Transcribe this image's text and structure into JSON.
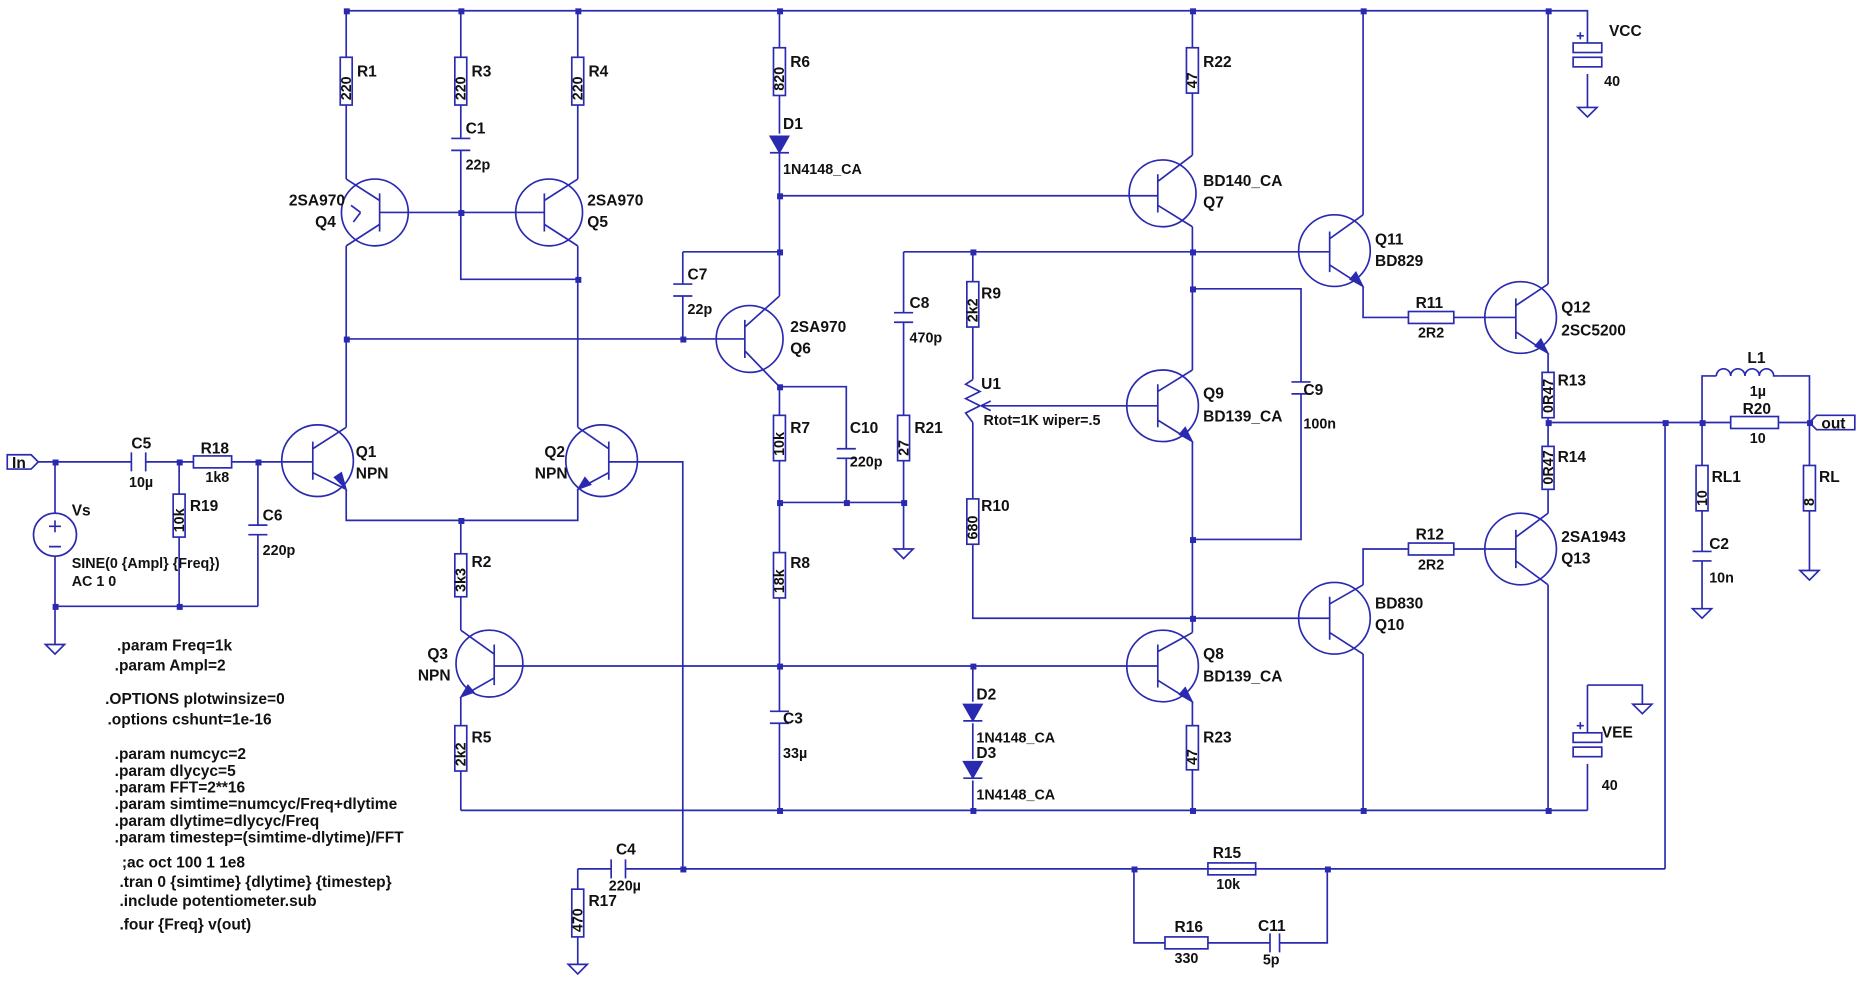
{
  "ports": {
    "in": "In",
    "out": "out"
  },
  "supplies": [
    {
      "ref": "VCC",
      "value": "40"
    },
    {
      "ref": "VEE",
      "value": "40"
    }
  ],
  "source": {
    "ref": "Vs",
    "spec1": "SINE(0 {Ampl} {Freq})",
    "spec2": "AC 1 0"
  },
  "resistors": [
    {
      "ref": "R1",
      "value": "220"
    },
    {
      "ref": "R2",
      "value": "3k3"
    },
    {
      "ref": "R3",
      "value": "220"
    },
    {
      "ref": "R4",
      "value": "220"
    },
    {
      "ref": "R5",
      "value": "2k2"
    },
    {
      "ref": "R6",
      "value": "820"
    },
    {
      "ref": "R7",
      "value": "10k"
    },
    {
      "ref": "R8",
      "value": "18k"
    },
    {
      "ref": "R9",
      "value": "2k2"
    },
    {
      "ref": "R10",
      "value": "680"
    },
    {
      "ref": "R11",
      "value": "2R2"
    },
    {
      "ref": "R12",
      "value": "2R2"
    },
    {
      "ref": "R13",
      "value": "0R47"
    },
    {
      "ref": "R14",
      "value": "0R47"
    },
    {
      "ref": "R15",
      "value": "10k"
    },
    {
      "ref": "R16",
      "value": "330"
    },
    {
      "ref": "R17",
      "value": "470"
    },
    {
      "ref": "R18",
      "value": "1k8"
    },
    {
      "ref": "R19",
      "value": "10k"
    },
    {
      "ref": "R20",
      "value": "10"
    },
    {
      "ref": "R21",
      "value": "27"
    },
    {
      "ref": "R22",
      "value": "47"
    },
    {
      "ref": "R23",
      "value": "47"
    },
    {
      "ref": "RL1",
      "value": "10"
    },
    {
      "ref": "RL",
      "value": "8"
    }
  ],
  "capacitors": [
    {
      "ref": "C1",
      "value": "22p"
    },
    {
      "ref": "C2",
      "value": "10n"
    },
    {
      "ref": "C3",
      "value": "33µ"
    },
    {
      "ref": "C4",
      "value": "220µ"
    },
    {
      "ref": "C5",
      "value": "10µ"
    },
    {
      "ref": "C6",
      "value": "220p"
    },
    {
      "ref": "C7",
      "value": "22p"
    },
    {
      "ref": "C8",
      "value": "470p"
    },
    {
      "ref": "C9",
      "value": "100n"
    },
    {
      "ref": "C10",
      "value": "220p"
    },
    {
      "ref": "C11",
      "value": "5p"
    }
  ],
  "inductor": {
    "ref": "L1",
    "value": "1µ"
  },
  "potentiometer": {
    "ref": "U1",
    "value": "Rtot=1K wiper=.5"
  },
  "diodes": [
    {
      "ref": "D1",
      "value": "1N4148_CA"
    },
    {
      "ref": "D2",
      "value": "1N4148_CA"
    },
    {
      "ref": "D3",
      "value": "1N4148_CA"
    }
  ],
  "transistors": [
    {
      "ref": "Q1",
      "value": "NPN"
    },
    {
      "ref": "Q2",
      "value": "NPN"
    },
    {
      "ref": "Q3",
      "value": "NPN"
    },
    {
      "ref": "Q4",
      "value": "2SA970"
    },
    {
      "ref": "Q5",
      "value": "2SA970"
    },
    {
      "ref": "Q6",
      "value": "2SA970"
    },
    {
      "ref": "Q7",
      "value": "BD140_CA"
    },
    {
      "ref": "Q8",
      "value": "BD139_CA"
    },
    {
      "ref": "Q9",
      "value": "BD139_CA"
    },
    {
      "ref": "Q10",
      "value": "BD830"
    },
    {
      "ref": "Q11",
      "value": "BD829"
    },
    {
      "ref": "Q12",
      "value": "2SC5200"
    },
    {
      "ref": "Q13",
      "value": "2SA1943"
    }
  ],
  "directives": [
    ".param Freq=1k",
    ".param Ampl=2",
    ".OPTIONS plotwinsize=0",
    ".options cshunt=1e-16",
    ".param numcyc=2",
    ".param dlycyc=5",
    ".param FFT=2**16",
    ".param simtime=numcyc/Freq+dlytime",
    ".param dlytime=dlycyc/Freq",
    ".param timestep=(simtime-dlytime)/FFT",
    ";ac oct 100 1 1e8",
    ".tran 0 {simtime} {dlytime} {timestep}",
    ".include potentiometer.sub",
    ".four {Freq} v(out)"
  ]
}
